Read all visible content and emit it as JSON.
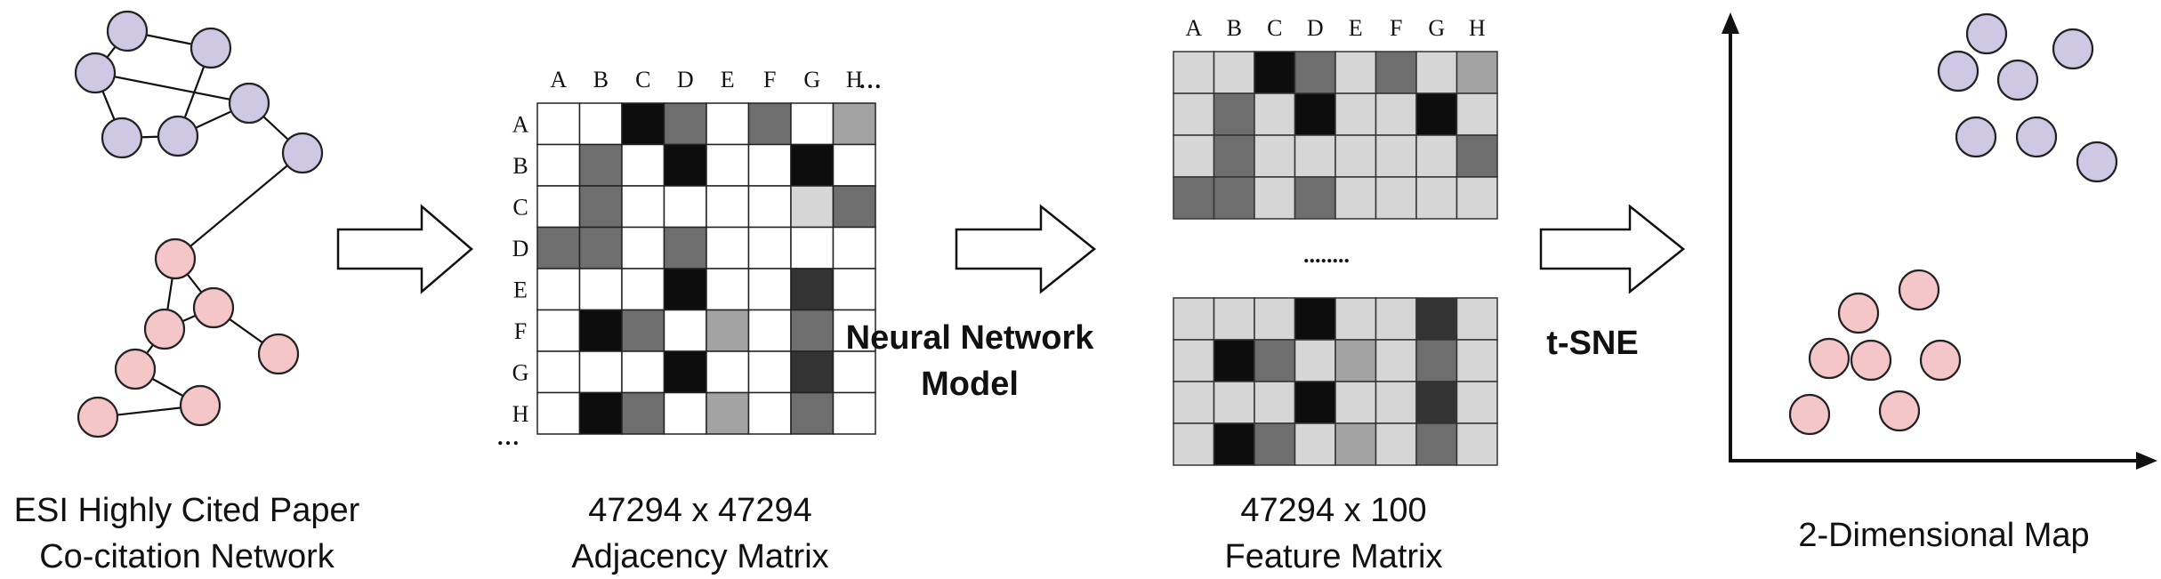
{
  "network": {
    "caption_line1": "ESI Highly Cited Paper",
    "caption_line2": "Co-citation Network",
    "colors": {
      "group_a": "#cfc8e4",
      "group_b": "#f5c6c8",
      "edge": "#111111"
    }
  },
  "adjacency": {
    "column_labels": [
      "A",
      "B",
      "C",
      "D",
      "E",
      "F",
      "G",
      "H"
    ],
    "column_ellipsis": "…",
    "row_labels": [
      "A",
      "B",
      "C",
      "D",
      "E",
      "F",
      "G",
      "H"
    ],
    "row_ellipsis": "…",
    "caption_line1": "47294 x 47294",
    "caption_line2": "Adjacency Matrix",
    "cells": [
      [
        "w",
        "w",
        "k",
        "d",
        "w",
        "d",
        "w",
        "m"
      ],
      [
        "w",
        "d",
        "w",
        "k",
        "w",
        "w",
        "k",
        "w"
      ],
      [
        "w",
        "d",
        "w",
        "w",
        "w",
        "w",
        "l",
        "d"
      ],
      [
        "d",
        "d",
        "w",
        "d",
        "w",
        "w",
        "w",
        "w"
      ],
      [
        "w",
        "w",
        "w",
        "k",
        "w",
        "w",
        "x",
        "w"
      ],
      [
        "w",
        "k",
        "d",
        "w",
        "m",
        "w",
        "d",
        "w"
      ],
      [
        "w",
        "w",
        "w",
        "k",
        "w",
        "w",
        "x",
        "w"
      ],
      [
        "w",
        "k",
        "d",
        "w",
        "m",
        "w",
        "d",
        "w"
      ]
    ]
  },
  "model": {
    "label_line1": "Neural Network",
    "label_line2": "Model"
  },
  "features": {
    "column_labels": [
      "A",
      "B",
      "C",
      "D",
      "E",
      "F",
      "G",
      "H"
    ],
    "ellipsis": "........",
    "caption_line1": "47294 x 100",
    "caption_line2": "Feature Matrix",
    "top_cells": [
      [
        "l",
        "l",
        "k",
        "d",
        "l",
        "d",
        "l",
        "m"
      ],
      [
        "l",
        "d",
        "l",
        "k",
        "l",
        "l",
        "k",
        "l"
      ],
      [
        "l",
        "d",
        "l",
        "l",
        "l",
        "l",
        "l",
        "d"
      ],
      [
        "d",
        "d",
        "l",
        "d",
        "l",
        "l",
        "l",
        "l"
      ]
    ],
    "bottom_cells": [
      [
        "l",
        "l",
        "l",
        "k",
        "l",
        "l",
        "x",
        "l"
      ],
      [
        "l",
        "k",
        "d",
        "l",
        "m",
        "l",
        "d",
        "l"
      ],
      [
        "l",
        "l",
        "l",
        "k",
        "l",
        "l",
        "x",
        "l"
      ],
      [
        "l",
        "k",
        "d",
        "l",
        "m",
        "l",
        "d",
        "l"
      ]
    ]
  },
  "tsne": {
    "label": "t-SNE"
  },
  "map": {
    "caption": "2-Dimensional Map"
  },
  "shade_colors": {
    "w": "#ffffff",
    "l": "#d6d6d6",
    "m": "#a3a3a3",
    "d": "#6e6e6e",
    "x": "#333333",
    "k": "#0d0d0d"
  }
}
